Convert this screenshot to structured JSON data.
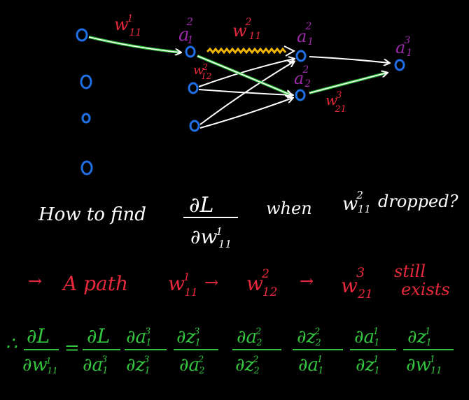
{
  "colors": {
    "background": "#000000",
    "neuron": "#1f6fe6",
    "weight_label": "#e8283c",
    "activation_label": "#9b2aa8",
    "arrow": "#ffffff",
    "highlight_path": "#2fbf3a",
    "dropped_connection": "#f2b705",
    "question": "#ffffff",
    "path_text": "#e8283c",
    "equation": "#33c43f"
  },
  "network": {
    "w1_11": {
      "base": "w",
      "sup": "1",
      "sub": "11"
    },
    "a2_1_top": {
      "base": "a",
      "sup": "2",
      "sub": "1"
    },
    "w2_11": {
      "base": "w",
      "sup": "2",
      "sub": "11"
    },
    "a2_1_right": {
      "base": "a",
      "sup": "2",
      "sub": "1"
    },
    "a2_2": {
      "base": "a",
      "sup": "2",
      "sub": "2"
    },
    "w2_12": {
      "base": "w",
      "sup": "2",
      "sub": "12"
    },
    "w3_21": {
      "base": "w",
      "sup": "3",
      "sub": "21"
    },
    "a3_1": {
      "base": "a",
      "sup": "3",
      "sub": "1"
    }
  },
  "question": {
    "prefix": "How to find",
    "numerator": "∂L",
    "denominator": "∂w",
    "denominator_sup": "1",
    "denominator_sub": "11",
    "middle": "when",
    "w_base": "w",
    "w_sup": "2",
    "w_sub": "11",
    "suffix": "dropped?"
  },
  "path_line": {
    "arrow_lead": "→",
    "text": "A path",
    "w1": {
      "base": "w",
      "sup": "1",
      "sub": "11"
    },
    "arrow1": "→",
    "w2": {
      "base": "w",
      "sup": "2",
      "sub": "12"
    },
    "arrow2": "→",
    "w3": {
      "base": "w",
      "sup": "3",
      "sub": "21"
    },
    "still": "still",
    "exists": "exists"
  },
  "equation": {
    "therefore": "∴",
    "equals": "=",
    "lhs": {
      "num": "∂L",
      "den": "∂w",
      "den_sup": "1",
      "den_sub": "11"
    },
    "terms": [
      {
        "num": "∂L",
        "num_sup": "",
        "num_sub": "",
        "den": "∂a",
        "den_sup": "3",
        "den_sub": "1"
      },
      {
        "num": "∂a",
        "num_sup": "3",
        "num_sub": "1",
        "den": "∂z",
        "den_sup": "3",
        "den_sub": "1"
      },
      {
        "num": "∂z",
        "num_sup": "3",
        "num_sub": "1",
        "den": "∂a",
        "den_sup": "2",
        "den_sub": "2"
      },
      {
        "num": "∂a",
        "num_sup": "2",
        "num_sub": "2",
        "den": "∂z",
        "den_sup": "2",
        "den_sub": "2"
      },
      {
        "num": "∂z",
        "num_sup": "2",
        "num_sub": "2",
        "den": "∂a",
        "den_sup": "1",
        "den_sub": "1"
      },
      {
        "num": "∂a",
        "num_sup": "1",
        "num_sub": "1",
        "den": "∂z",
        "den_sup": "1",
        "den_sub": "1"
      },
      {
        "num": "∂z",
        "num_sup": "1",
        "num_sub": "1",
        "den": "∂w",
        "den_sup": "1",
        "den_sub": "11"
      }
    ]
  }
}
